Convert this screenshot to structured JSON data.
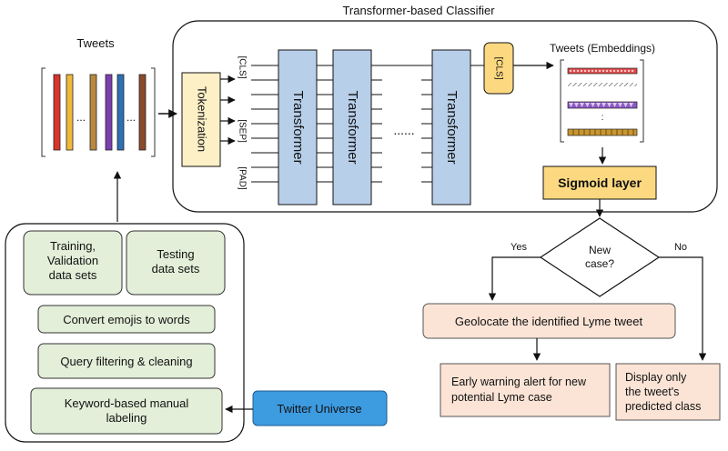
{
  "diagram": {
    "title": "Transformer-based Classifier",
    "tweets_label": "Tweets",
    "embeddings_label": "Tweets (Embeddings)",
    "tokenization": "Tokenization",
    "tokens": [
      "[CLS]",
      "[SEP]",
      "[PAD]"
    ],
    "cls_output": "[CLS]",
    "transformer_label": "Transformer",
    "dots": "......",
    "ellipsis": "...",
    "vertical_dots": ":",
    "sigmoid": "Sigmoid layer",
    "decision": {
      "line1": "New",
      "line2": "case?",
      "yes": "Yes",
      "no": "No"
    },
    "geolocate": "Geolocate the identified Lyme tweet",
    "early_warning": {
      "line1": "Early warning alert for new",
      "line2": "potential Lyme case"
    },
    "display": {
      "line1": "Display only",
      "line2": "the tweet's",
      "line3": "predicted class"
    },
    "data_sets": {
      "training": {
        "line1": "Training,",
        "line2": "Validation",
        "line3": "data sets"
      },
      "testing": {
        "line1": "Testing",
        "line2": "data sets"
      }
    },
    "convert_emojis": "Convert emojis to words",
    "query_filtering": "Query filtering & cleaning",
    "keyword_labeling": {
      "line1": "Keyword-based manual",
      "line2": "labeling"
    },
    "twitter_universe": "Twitter Universe"
  },
  "colors": {
    "tweet_bars": [
      "#d9342b",
      "#f0b93a",
      "#b9893f",
      "#7b3fb0",
      "#2f6fb3",
      "#8b4a2b"
    ],
    "tokenization_fill": "#fdf0c7",
    "transformer_fill": "#b8cfe9",
    "cls_fill": "#fcd980",
    "sigmoid_fill": "#fcd980",
    "green_fill": "#e3efd9",
    "peach_fill": "#fbe4d6",
    "twitter_fill": "#3d9be0"
  }
}
